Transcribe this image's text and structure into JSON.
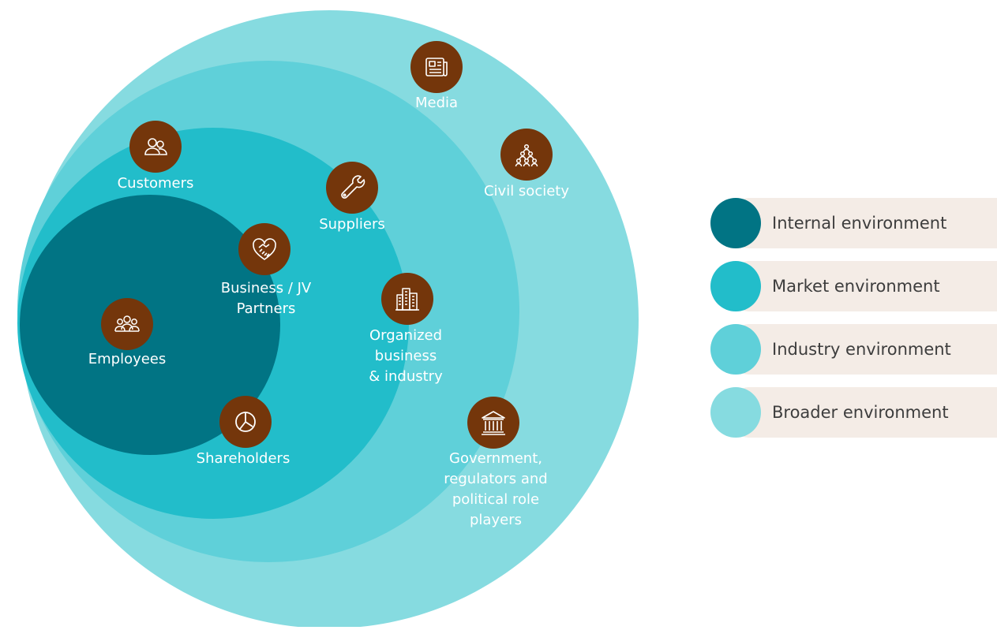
{
  "environments": {
    "broader": {
      "color": "#86dbe0"
    },
    "industry": {
      "color": "#5fd0d9"
    },
    "market": {
      "color": "#22bdca"
    },
    "internal": {
      "color": "#017484"
    }
  },
  "icon_color": "#74360b",
  "stakeholders": [
    {
      "id": "media",
      "label": "Media",
      "icon": "newspaper-icon"
    },
    {
      "id": "civil-society",
      "label": "Civil society",
      "icon": "crowd-icon"
    },
    {
      "id": "customers",
      "label": "Customers",
      "icon": "users-icon"
    },
    {
      "id": "suppliers",
      "label": "Suppliers",
      "icon": "wrench-icon"
    },
    {
      "id": "business-partners",
      "label": "Business / JV\nPartners",
      "icon": "handshake-heart-icon"
    },
    {
      "id": "organized-business",
      "label": "Organized\nbusiness\n& industry",
      "icon": "buildings-icon"
    },
    {
      "id": "employees",
      "label": "Employees",
      "icon": "group-icon"
    },
    {
      "id": "shareholders",
      "label": "Shareholders",
      "icon": "pie-chart-icon"
    },
    {
      "id": "government",
      "label": "Government,\nregulators and\npolitical role\nplayers",
      "icon": "government-building-icon"
    }
  ],
  "legend": [
    {
      "label": "Internal environment",
      "color": "#017484"
    },
    {
      "label": "Market environment",
      "color": "#22bdca"
    },
    {
      "label": "Industry environment",
      "color": "#5fd0d9"
    },
    {
      "label": "Broader environment",
      "color": "#86dbe0"
    }
  ]
}
